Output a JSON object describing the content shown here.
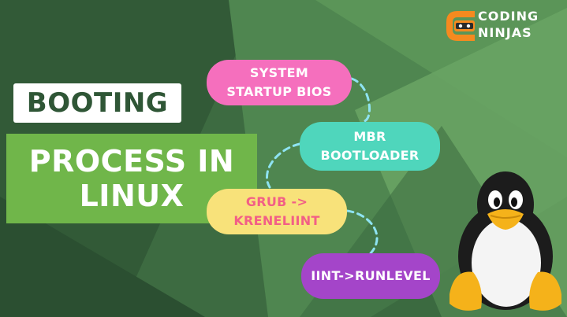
{
  "colors": {
    "background": "#3d6b41",
    "title_box": "#ffffff",
    "title_text": "#2f5636",
    "subtitle_box": "#70b64a",
    "pill_system": "#f56fbd",
    "pill_mbr": "#4fd6bc",
    "pill_grub": "#f8e27a",
    "pill_init": "#a445c9",
    "connector": "#8ee3f2"
  },
  "heading": {
    "title": "BOOTING",
    "subtitle_line1": "PROCESS IN",
    "subtitle_line2": "LINUX"
  },
  "steps": [
    {
      "line1": "SYSTEM",
      "line2": "STARTUP BIOS"
    },
    {
      "line1": "MBR",
      "line2": "BOOTLOADER"
    },
    {
      "line1": "GRUB ->",
      "line2": "KRENELIINT"
    },
    {
      "line1": "IINT->RUNLEVEL"
    }
  ],
  "brand": {
    "line1": "CODING",
    "line2": "NINJAS",
    "icon": "ninja-logo-icon"
  },
  "mascot": {
    "icon": "tux-penguin-icon"
  }
}
